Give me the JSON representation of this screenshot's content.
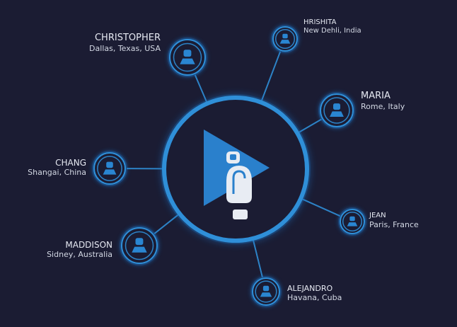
{
  "colors": {
    "background": "#1b1c33",
    "ring": "#2f8fd8",
    "ring_glow": "#1e6fc0",
    "logo_blue": "#2a80cc",
    "logo_white": "#e8ecf3",
    "node_fill": "#2a86d2",
    "line": "#2f8fd8",
    "text": "#e6e9f2"
  },
  "hub": {
    "logo_icon": "play-toilet-logo-icon"
  },
  "people": [
    {
      "id": "christopher",
      "name": "CHRISTOPHER",
      "location": "Dallas, Texas, USA"
    },
    {
      "id": "hrishita",
      "name": "HRISHITA",
      "location": "New Dehli, India"
    },
    {
      "id": "maria",
      "name": "MARIA",
      "location": "Rome, Italy"
    },
    {
      "id": "chang",
      "name": "CHANG",
      "location": "Shangai, China"
    },
    {
      "id": "jean",
      "name": "JEAN",
      "location": "Paris, France"
    },
    {
      "id": "maddison",
      "name": "MADDISON",
      "location": "Sidney, Australia"
    },
    {
      "id": "alejandro",
      "name": "ALEJANDRO",
      "location": "Havana, Cuba"
    }
  ]
}
